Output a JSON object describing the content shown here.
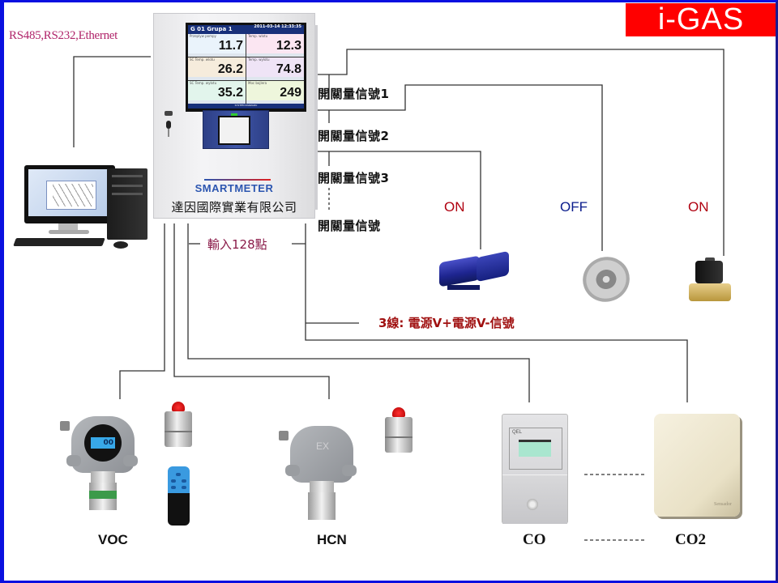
{
  "brand": {
    "title": "i-GAS",
    "bg_color": "#ff0000",
    "text_color": "#ffffff"
  },
  "frame_color": "#0a10e0",
  "communication": {
    "label": "RS485,RS232,Ethernet",
    "color": "#b0246a"
  },
  "controller": {
    "company": "達因國際實業有限公司",
    "logo": "SMARTMETER",
    "screen": {
      "header": "G 01   Grupa 1",
      "datetime": "2011-03-14 12:33:35",
      "cells": [
        {
          "label": "Przeplyw pompy",
          "value": "11.7"
        },
        {
          "label": "Temp. wlotu",
          "value": "12.3"
        },
        {
          "label": "SC Temp. wlotu",
          "value": "26.2"
        },
        {
          "label": "Temp. wylotu",
          "value": "74.8"
        },
        {
          "label": "SC Temp. wylotu",
          "value": "35.2"
        },
        {
          "label": "Moc bojlera",
          "value": "249"
        }
      ],
      "footer": "SYSTEM ZARZADU"
    }
  },
  "signals": [
    {
      "label": "開關量信號1"
    },
    {
      "label": "開關量信號2"
    },
    {
      "label": "開關量信號3"
    },
    {
      "label": "開關量信號"
    }
  ],
  "input_label": "輸入128點",
  "wire_label": "3線: 電源V+電源V-信號",
  "actuators": [
    {
      "name": "pump",
      "state": "ON",
      "state_color": "#b00010"
    },
    {
      "name": "fan",
      "state": "OFF",
      "state_color": "#0a1c8c"
    },
    {
      "name": "valve",
      "state": "ON",
      "state_color": "#b00010"
    }
  ],
  "sensors": [
    {
      "name": "VOC",
      "lcd": "00"
    },
    {
      "name": "HCN",
      "mark": "EX"
    },
    {
      "name": "CO",
      "brand": "QEL"
    },
    {
      "name": "CO2",
      "brand": "Sensador"
    }
  ]
}
